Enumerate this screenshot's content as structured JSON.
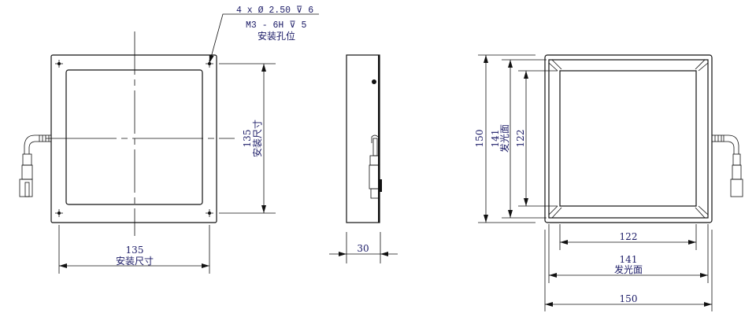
{
  "note": {
    "line1": "4 x Ø 2.50 ⊽ 6",
    "line2": "M3 - 6H ⊽ 5",
    "line3": "安装孔位"
  },
  "front_view": {
    "mount_height_value": "135",
    "mount_height_label": "安装尺寸",
    "mount_width_value": "135",
    "mount_width_label": "安装尺寸"
  },
  "side_view": {
    "thickness_value": "30"
  },
  "back_view": {
    "outer_height": "150",
    "emit_height_value": "141",
    "emit_height_label": "发光面",
    "inner_height": "122",
    "inner_width": "122",
    "emit_width_value": "141",
    "emit_width_label": "发光面",
    "outer_width": "150"
  }
}
